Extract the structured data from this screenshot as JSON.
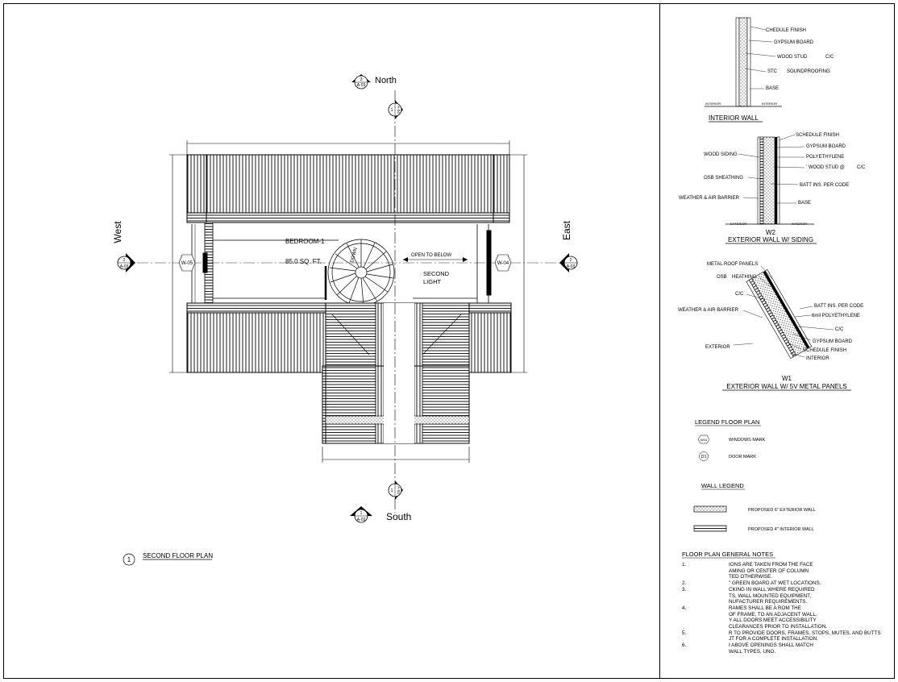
{
  "plan": {
    "directions": {
      "north": "North",
      "south": "South",
      "west": "West",
      "east": "East"
    },
    "section_marks": {
      "north": {
        "num": "3",
        "sheet": "A-03"
      },
      "west": {
        "num": "2",
        "sheet": "A-03"
      },
      "east": {
        "num": "2",
        "sheet": "A-03"
      },
      "south": {
        "num": "1",
        "sheet": "A-03"
      },
      "vert_top": {
        "num": "1",
        "sheet": "A-04"
      },
      "vert_bottom": {
        "num": "1",
        "sheet": "A-04"
      }
    },
    "rooms": {
      "bedroom_name": "BEDROOM-1",
      "bedroom_area": "85.0 SQ. FT.",
      "open_below": "OPEN TO BELOW",
      "second_light_1": "SECOND",
      "second_light_2": "LIGHT",
      "stair_label": "DOWN"
    },
    "windows": {
      "west": "W-05",
      "east": "W-04"
    },
    "title": {
      "number": "1",
      "name": "SECOND FLOOR PLAN"
    }
  },
  "details": {
    "interior_wall": {
      "title": "INTERIOR WALL",
      "labels": [
        "CHEDULE FINISH",
        "GYPSUM BOARD",
        "WOOD STUD",
        "C/C",
        "STC",
        "SOUNDPROOFING",
        "BASE"
      ],
      "side_left": "INTERIOR",
      "side_right": "INTERIOR"
    },
    "w2": {
      "code": "W2",
      "title": "EXTERIOR WALL W/ SIDING",
      "right_labels": [
        "SCHEDULE FINISH",
        "GYPSUM BOARD",
        "POLYETHYLENE",
        "' WOOD STUD @",
        "C/C",
        "BATT INS. PER CODE",
        "BASE"
      ],
      "left_labels": [
        "WOOD SIDING",
        "OSB SHEATHING",
        "WEATHER & AIR BARRIER"
      ],
      "side_left": "EXTERIOR",
      "side_right": "INTERIOR"
    },
    "w1": {
      "code": "W1",
      "title": "EXTERIOR WALL W/ 5V METAL PANELS",
      "left_labels": [
        "METAL ROOF PANELS",
        "OSB",
        "HEATHING",
        "C/C",
        "WEATHER & AIR BARRIER",
        "EXTERIOR"
      ],
      "right_labels": [
        "BATT INS. PER CODE",
        "6mil POLYETHYLENE",
        "C/C",
        "GYPSUM BOARD",
        "SCHEDULE FINISH",
        "INTERIOR"
      ]
    }
  },
  "legend": {
    "title": "LEGEND FLOOR PLAN",
    "window_tag": "W04",
    "window_label": "WINDOWS MARK",
    "door_tag": "D1",
    "door_label": "DOOR MARK",
    "wall_title": "WALL LEGEND",
    "ext_wall": "PROPOSED 6\" EXTERIOR WALL",
    "int_wall": "PROPOSED 4\" INTERIOR WALL"
  },
  "notes": {
    "title": "FLOOR PLAN GENERAL NOTES",
    "items": [
      {
        "num": "1.",
        "lines": [
          "IONS ARE TAKEN FROM THE FACE",
          "AMING OR CENTER OF COLUMN",
          "TED OTHERWISE."
        ]
      },
      {
        "num": "2.",
        "lines": [
          "\" GREEN BOARD AT WET LOCATIONS."
        ]
      },
      {
        "num": "3.",
        "lines": [
          "CKING IN WALL WHERE REQUIRED",
          "TS, WALL MOUNTED EQUIPMENT,",
          "NUFACTURER REQUIREMENTS."
        ]
      },
      {
        "num": "4.",
        "lines": [
          "RAMES SHALL BE A      ROM THE",
          "OF FRAME, TO AN ADJACENT WALL,",
          "Y ALL DOORS MEET ACCESSIBILITY",
          "CLEARANCES PRIOR TO INSTALLATION."
        ]
      },
      {
        "num": "5.",
        "lines": [
          "R TO PROVIDE DOORS, FRAMES, STOPS, MUTES, AND BUTTS",
          "JT FOR A COMPLETE INSTALLATION."
        ]
      },
      {
        "num": "6.",
        "lines": [
          "I ABOVE OPENINGS SHALL MATCH",
          "WALL TYPES, UNO."
        ]
      }
    ]
  }
}
